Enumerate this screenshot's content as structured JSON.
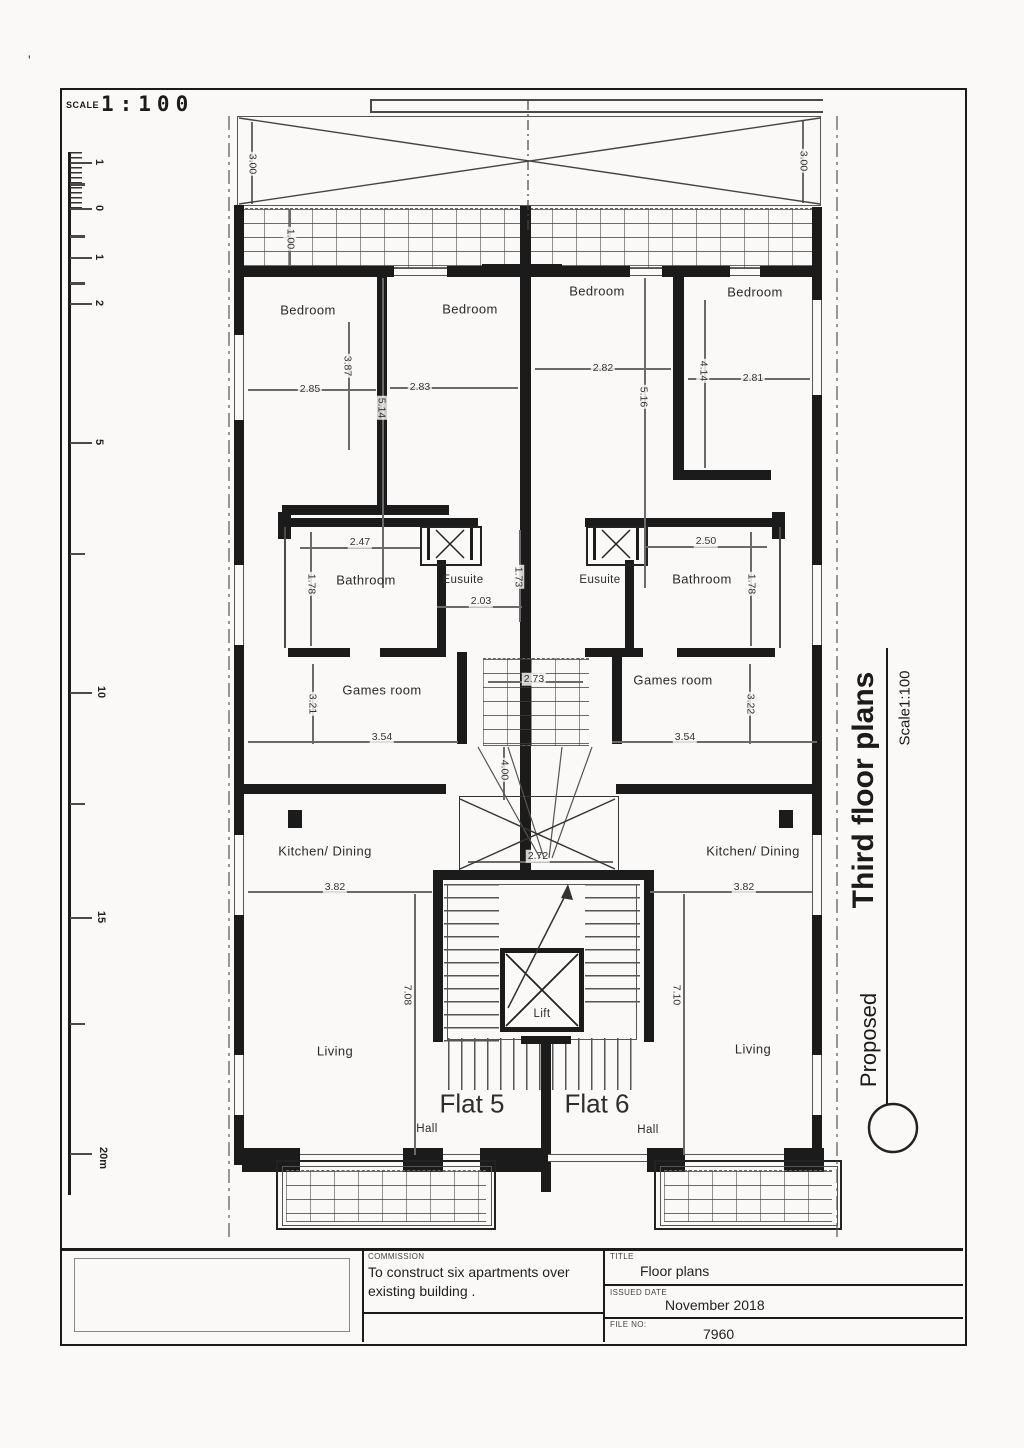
{
  "sheet": {
    "scale_label": "SCALE",
    "scale_value": "1:100",
    "artifact": "'"
  },
  "ruler": {
    "labels": [
      "1",
      "0",
      "1",
      "2",
      "5",
      "10",
      "15",
      "20m"
    ]
  },
  "annotation": {
    "proposed": "Proposed",
    "title": "Third floor plans",
    "scale": "Scale1:100"
  },
  "rooms": {
    "bedroom1": "Bedroom",
    "bedroom2": "Bedroom",
    "bedroom3": "Bedroom",
    "bedroom4": "Bedroom",
    "bathroom_left": "Bathroom",
    "ensuite_left": "Eusuite",
    "ensuite_right": "Eusuite",
    "bathroom_right": "Bathroom",
    "games_left": "Games room",
    "games_right": "Games room",
    "kitchen_left": "Kitchen/ Dining",
    "kitchen_right": "Kitchen/ Dining",
    "living_left": "Living",
    "living_right": "Living",
    "hall_left": "Hall",
    "hall_right": "Hall",
    "lift": "Lift",
    "flat_left": "Flat 5",
    "flat_right": "Flat 6"
  },
  "dims": [
    "3.00",
    "3.00",
    "1.00",
    "2.85",
    "3.87",
    "2.83",
    "5.14",
    "2.82",
    "5.16",
    "4.14",
    "2.81",
    "2.47",
    "1.78",
    "2.03",
    "1.73",
    "2.50",
    "1.78",
    "3.21",
    "3.54",
    "2.73",
    "3.22",
    "3.54",
    "4.00",
    "2.72",
    "3.82",
    "3.82",
    "7.08",
    "7.10"
  ],
  "titleblock": {
    "commission_label": "COMMISSION",
    "commission_text": "To construct six apartments over existing building .",
    "title_label": "TITLE",
    "title_value": "Floor plans",
    "issued_label": "ISSUED DATE",
    "issued_value": "November 2018",
    "file_label": "FILE NO:",
    "file_value": "7960"
  }
}
